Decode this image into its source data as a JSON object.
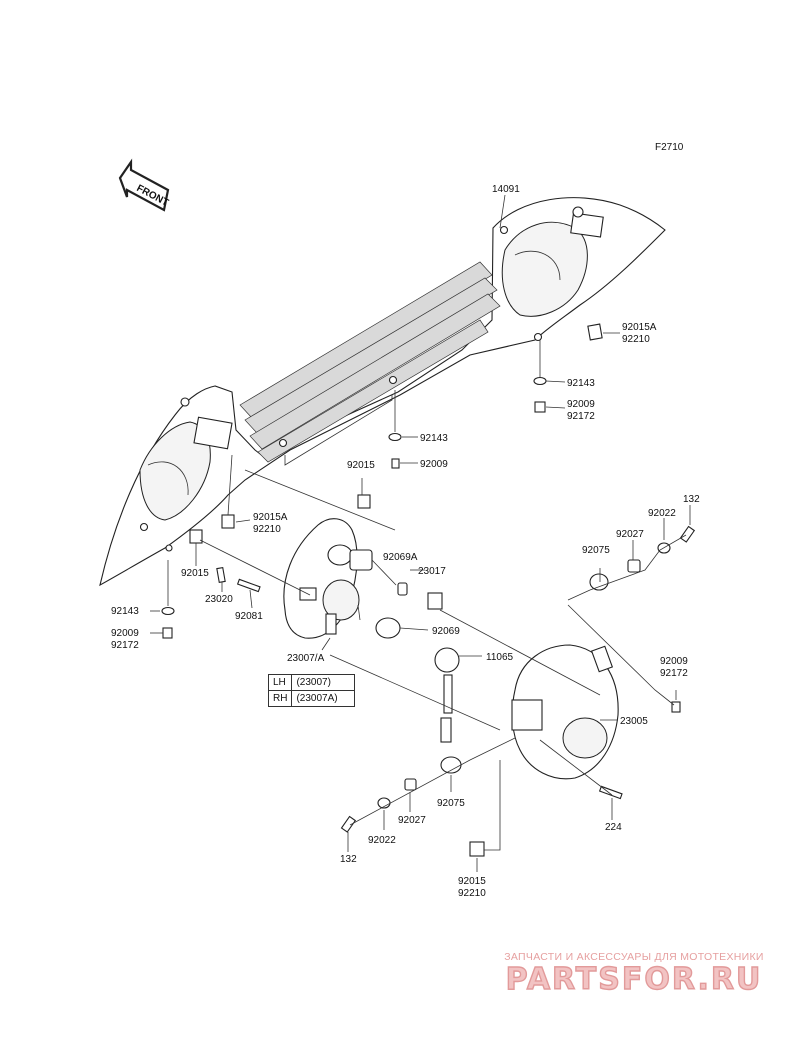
{
  "diagram_code": "F2710",
  "front_label": "FRONT",
  "part_labels": {
    "p14091": "14091",
    "p92015A_r": "92015A",
    "p92210_r": "92210",
    "p92143_r": "92143",
    "p92009_r": "92009",
    "p92172_r": "92172",
    "p92143_c": "92143",
    "p92009_c": "92009",
    "p92015_c": "92015",
    "p92015A_l": "92015A",
    "p92210_l": "92210",
    "p92015_l": "92015",
    "p23020": "23020",
    "p92081": "92081",
    "p92143_l": "92143",
    "p92009_l": "92009",
    "p92172_l": "92172",
    "p92069A": "92069A",
    "p23017": "23017",
    "p92069": "92069",
    "p11065": "11065",
    "p23007A": "23007/A",
    "p92075_u": "92075",
    "p92027_u": "92027",
    "p92022_u": "92022",
    "p132_u": "132",
    "p92009_rr": "92009",
    "p92172_rr": "92172",
    "p23005": "23005",
    "p92075_d": "92075",
    "p92027_d": "92027",
    "p92022_d": "92022",
    "p132_d": "132",
    "p224": "224",
    "p92015_b": "92015",
    "p92210_b": "92210"
  },
  "lhrh_table": [
    {
      "side": "LH",
      "code": "(23007)"
    },
    {
      "side": "RH",
      "code": "(23007A)"
    }
  ],
  "watermark": {
    "tagline": "ЗАПЧАСТИ И АКСЕССУАРЫ ДЛЯ МОТОТЕХНИКИ",
    "brand": "PARTSFOR.RU"
  },
  "colors": {
    "line": "#222222",
    "watermark_red": "#e29a9a"
  }
}
